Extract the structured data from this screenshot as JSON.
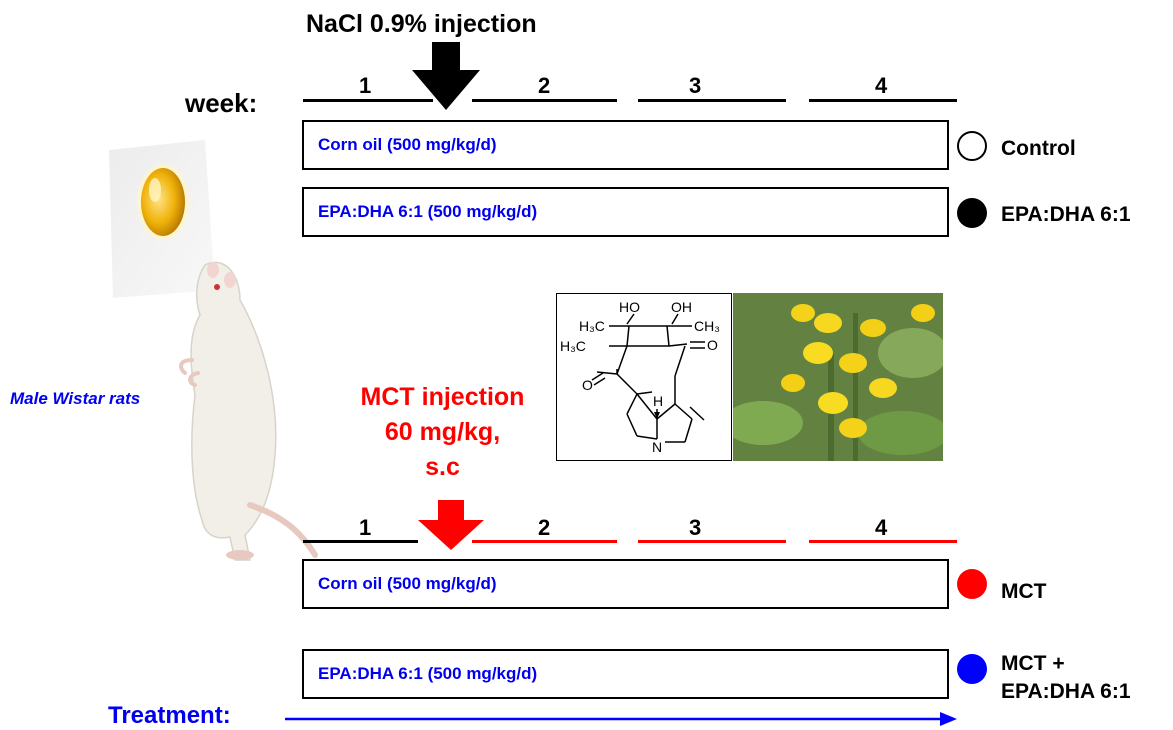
{
  "title_top": "NaCl 0.9% injection",
  "week_label": "week:",
  "week_numbers": [
    "1",
    "2",
    "3",
    "4"
  ],
  "subject_label": "Male Wistar rats",
  "mct_injection": {
    "line1": "MCT injection",
    "line2": "60 mg/kg,",
    "line3": "s.c"
  },
  "groups": [
    {
      "box_text": "Corn oil (500 mg/kg/d)",
      "group_name": "Control",
      "marker": "open-circle",
      "marker_color": "#000000"
    },
    {
      "box_text": "EPA:DHA 6:1 (500 mg/kg/d)",
      "group_name": "EPA:DHA 6:1",
      "marker": "filled-circle",
      "marker_color": "#000000"
    },
    {
      "box_text": "Corn oil (500 mg/kg/d)",
      "group_name": "MCT",
      "marker": "filled-circle",
      "marker_color": "#ff0000"
    },
    {
      "box_text": "EPA:DHA 6:1 (500 mg/kg/d)",
      "group_name_line1": "MCT +",
      "group_name_line2": "EPA:DHA 6:1",
      "marker": "filled-circle",
      "marker_color": "#0000ff"
    }
  ],
  "treatment_label": "Treatment:",
  "structure": {
    "ho": "HO",
    "oh": "OH",
    "h3c_left": "H₃C",
    "ch3_right": "CH₃",
    "h3c_mid": "H₃C",
    "o_right": "O",
    "o_left": "O",
    "h": "H",
    "n": "N"
  },
  "colors": {
    "blue_text": "#0000ee",
    "red": "#ff0000",
    "blue_arrow": "#0000ff",
    "black": "#000000"
  }
}
